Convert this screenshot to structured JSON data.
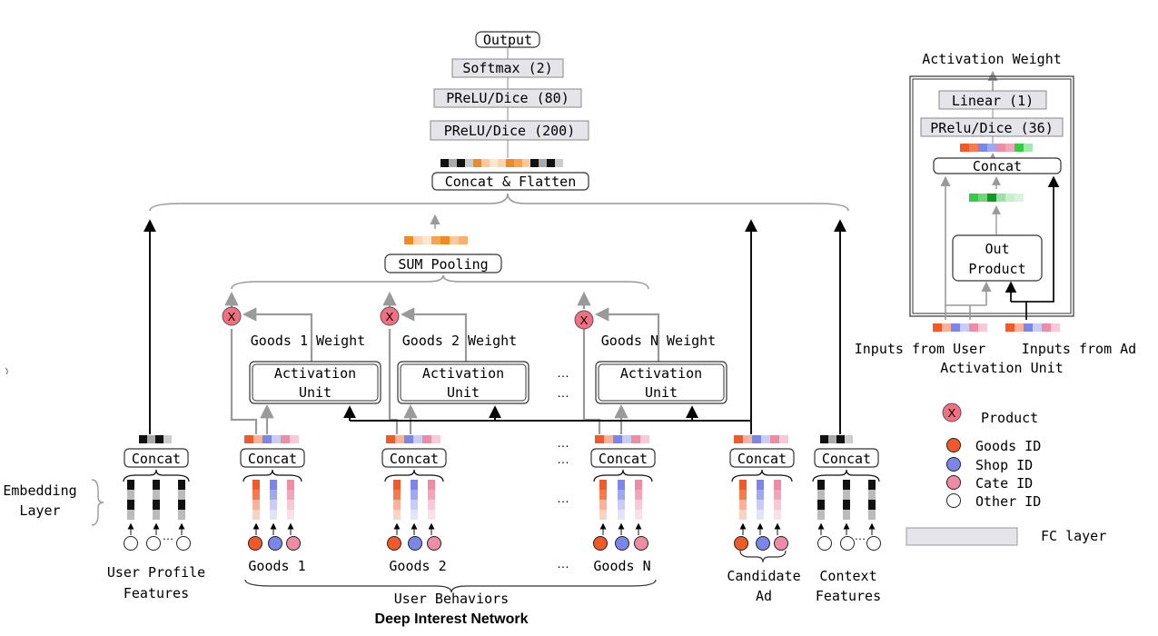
{
  "title": "Deep Interest Network",
  "top_stack": {
    "output": "Output",
    "softmax": "Softmax (2)",
    "fc2": "PReLU/Dice (80)",
    "fc1": "PReLU/Dice (200)",
    "concat_flatten": "Concat & Flatten"
  },
  "sum_pooling": "SUM Pooling",
  "goods_weights": [
    "Goods 1 Weight",
    "Goods 2 Weight",
    "Goods N Weight"
  ],
  "activation_unit": [
    "Activation",
    "Unit"
  ],
  "concat": "Concat",
  "embedding_layer": [
    "Embedding",
    "Layer"
  ],
  "bottom_labels": {
    "user_profile": [
      "User Profile",
      "Features"
    ],
    "goods": [
      "Goods 1",
      "Goods 2",
      "Goods N"
    ],
    "user_behaviors": "User Behaviors",
    "candidate_ad": [
      "Candidate",
      "Ad"
    ],
    "context": [
      "Context",
      "Features"
    ]
  },
  "ellipsis": "…",
  "product_symbol": "X",
  "activation_detail": {
    "title": "Activation Weight",
    "linear": "Linear (1)",
    "prelu": "PRelu/Dice (36)",
    "concat": "Concat",
    "out_product": [
      "Out",
      "Product"
    ],
    "inputs_user": [
      "Inputs from User",
      "Activation Unit"
    ],
    "inputs_ad": "Inputs from Ad"
  },
  "legend": {
    "product": "Product",
    "goods_id": "Goods ID",
    "shop_id": "Shop ID",
    "cate_id": "Cate ID",
    "other_id": "Other ID",
    "fc_layer": "FC layer"
  },
  "colors": {
    "goods_id": "#f05a28",
    "shop_id": "#7b86e8",
    "cate_id": "#ee8ca6",
    "product_node": "#f07080",
    "fc_fill": "#e4e4ea",
    "orange": "#f08a24",
    "green": "#33cc44",
    "arrow_gray": "#9a9a9a"
  }
}
